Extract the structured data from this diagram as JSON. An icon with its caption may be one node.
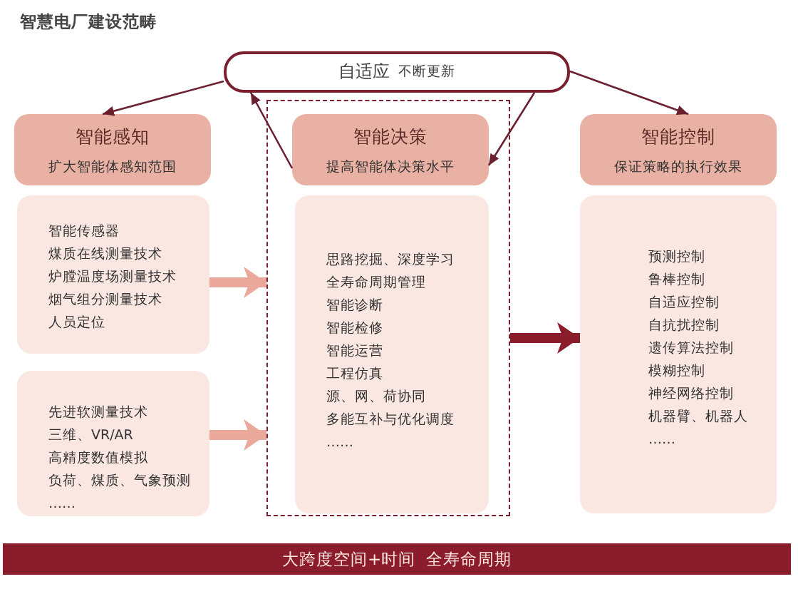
{
  "diagram": {
    "title": "智慧电厂建设范畴",
    "nodes": [
      {
        "text": [
          "自适应",
          "不断更新"
        ]
      },
      {
        "text": [
          "智能感知",
          "扩大智能体感知范围"
        ]
      },
      {
        "text": [],
        "shape": "box"
      },
      {
        "text": [
          "智能决策",
          "提高智能体决策水平"
        ],
        "in": 2
      },
      {
        "text": [
          "智能控制",
          "保证策略的执行效果"
        ]
      },
      {
        "text": [
          "智能传感器",
          "煤质在线测量技术",
          "炉膛温度场测量技术",
          "烟气组分测量技术",
          "人员定位"
        ]
      },
      {
        "text": [
          "先进软测量技术",
          "三维、VR/AR",
          "高精度数值模拟",
          "负荷、煤质、气象预测",
          "……"
        ]
      },
      {
        "text": [
          "思路挖掘、深度学习",
          "全寿命周期管理",
          "智能诊断",
          "智能检修",
          "智能运营",
          "工程仿真",
          "源、网、荷协同",
          "多能互补与优化调度",
          "……"
        ],
        "in": 2
      },
      {
        "text": [
          "预测控制",
          "鲁棒控制",
          "自适应控制",
          "自抗扰控制",
          "遗传算法控制",
          "模糊控制",
          "神经网络控制",
          "机器臂、机器人",
          "……"
        ]
      },
      {
        "text": [
          "大跨度空间+时间  全寿命周期"
        ]
      }
    ],
    "edges": [
      {
        "from": 0,
        "to": 1,
        "arrow": "to"
      },
      {
        "from": 3,
        "to": 0,
        "arrow": "to"
      },
      {
        "from": 0,
        "to": 3,
        "arrow": "to"
      },
      {
        "from": 0,
        "to": 4,
        "arrow": "to"
      },
      {
        "from": 5,
        "to": 2,
        "arrow": "to",
        "style": "thick",
        "color": "#eaa99b"
      },
      {
        "from": 6,
        "to": 2,
        "arrow": "to",
        "style": "thick",
        "color": "#eaa99b"
      },
      {
        "from": 2,
        "to": 8,
        "arrow": "to",
        "style": "thick",
        "color": "#8b1c2b"
      }
    ]
  }
}
